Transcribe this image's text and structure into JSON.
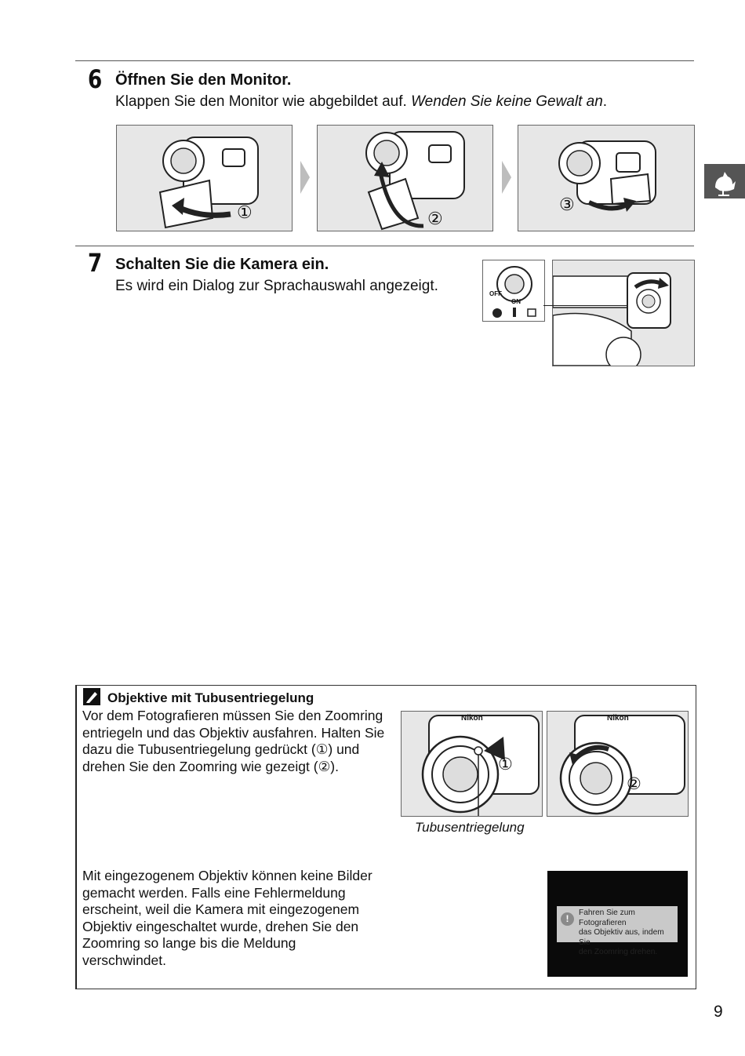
{
  "step6": {
    "number": "6",
    "title": "Öffnen Sie den Monitor.",
    "text_plain": "Klappen Sie den Monitor wie abgebildet auf.",
    "text_italic": "Wenden Sie keine Gewalt an",
    "text_end": ".",
    "figure_labels": [
      "①",
      "②",
      "③"
    ]
  },
  "step7": {
    "number": "7",
    "title": "Schalten Sie die Kamera ein.",
    "text": "Es wird ein Dialog zur Sprachauswahl angezeigt.",
    "switch_off": "OFF",
    "switch_on": "ON"
  },
  "note": {
    "title": "Objektive mit Tubusentriegelung",
    "paragraph1": [
      "Vor dem Fotografieren müssen Sie den Zoomring",
      "entriegeln und das Objektiv ausfahren. Halten Sie",
      "dazu die Tubusentriegelung gedrückt (①) und",
      "drehen Sie den Zoomring wie gezeigt (②)."
    ],
    "caption": "Tubusentriegelung",
    "figure_labels": [
      "①",
      "②"
    ],
    "camera_brand": "Nikon",
    "paragraph2": [
      "Mit eingezogenem Objektiv können keine Bilder",
      "gemacht werden. Falls eine Fehlermeldung",
      "erscheint, weil die Kamera mit eingezogenem",
      "Objektiv eingeschaltet wurde, drehen Sie den",
      "Zoomring so lange bis die Meldung",
      "verschwindet."
    ],
    "screen_message": [
      "Fahren Sie zum Fotografieren",
      "das Objektiv aus, indem Sie",
      "den Zoomring drehen."
    ],
    "screen_icon": "!"
  },
  "side_tab_icon": "rooster-icon",
  "page_number": "9"
}
